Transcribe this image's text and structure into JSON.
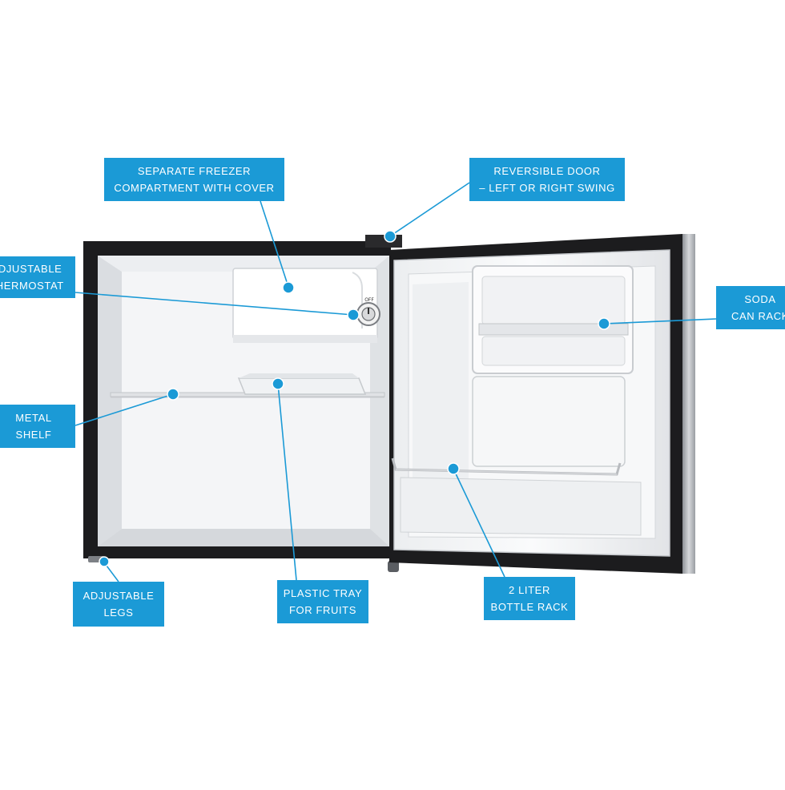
{
  "callouts": {
    "freezer": {
      "line1": "SEPARATE FREEZER",
      "line2": "COMPARTMENT WITH COVER"
    },
    "door": {
      "line1": "REVERSIBLE DOOR",
      "line2": "– LEFT OR RIGHT SWING"
    },
    "thermostat": {
      "line1": "ADJUSTABLE",
      "line2": "THERMOSTAT"
    },
    "soda": {
      "line1": "SODA",
      "line2": "CAN RACK"
    },
    "shelf": {
      "line1": "METAL",
      "line2": "SHELF"
    },
    "legs": {
      "line1": "ADJUSTABLE",
      "line2": "LEGS"
    },
    "tray": {
      "line1": "PLASTIC TRAY",
      "line2": "FOR FRUITS"
    },
    "bottle": {
      "line1": "2 LITER",
      "line2": "BOTTLE RACK"
    }
  },
  "thermostat_dial_label": "OFF",
  "colors": {
    "callout": "#1b9ad6",
    "leader": "#1b9ad6",
    "cabinet": "#1c1c1e",
    "liner": "#f2f3f5",
    "door_edge": "#b9bcc0"
  }
}
